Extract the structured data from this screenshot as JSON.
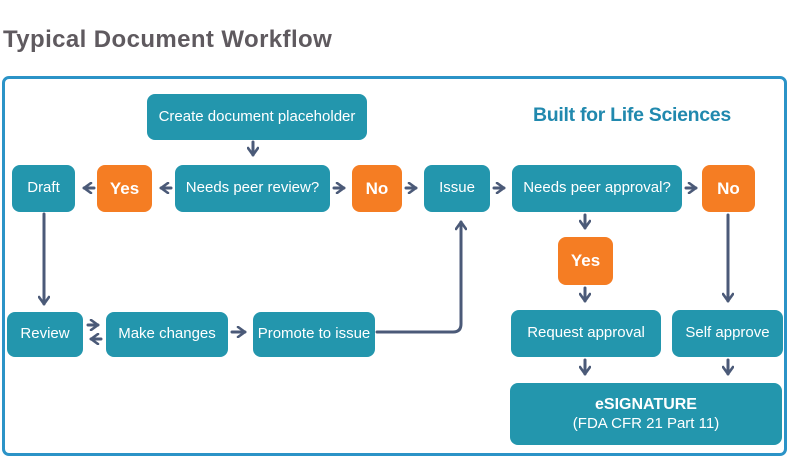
{
  "title": "Typical Document Workflow",
  "tagline": "Built for Life Sciences",
  "colors": {
    "box_teal": "#2396ad",
    "box_orange": "#f57d23",
    "arrow_slate": "#4b5a78",
    "container_border": "#2b93c7",
    "title_gray": "#5f5a5f",
    "tagline_teal": "#2189ae",
    "box_text": "#ffffff",
    "background": "#ffffff"
  },
  "nodes": {
    "create_placeholder": "Create document placeholder",
    "draft": "Draft",
    "yes_review": "Yes",
    "needs_peer_review": "Needs peer review?",
    "no_review": "No",
    "issue": "Issue",
    "needs_peer_approval": "Needs peer approval?",
    "no_approval": "No",
    "yes_approval": "Yes",
    "review": "Review",
    "make_changes": "Make changes",
    "promote_to_issue": "Promote to issue",
    "request_approval": "Request approval",
    "self_approve": "Self approve",
    "esignature_line1": "eSIGNATURE",
    "esignature_line2": "(FDA CFR 21 Part 11)"
  }
}
